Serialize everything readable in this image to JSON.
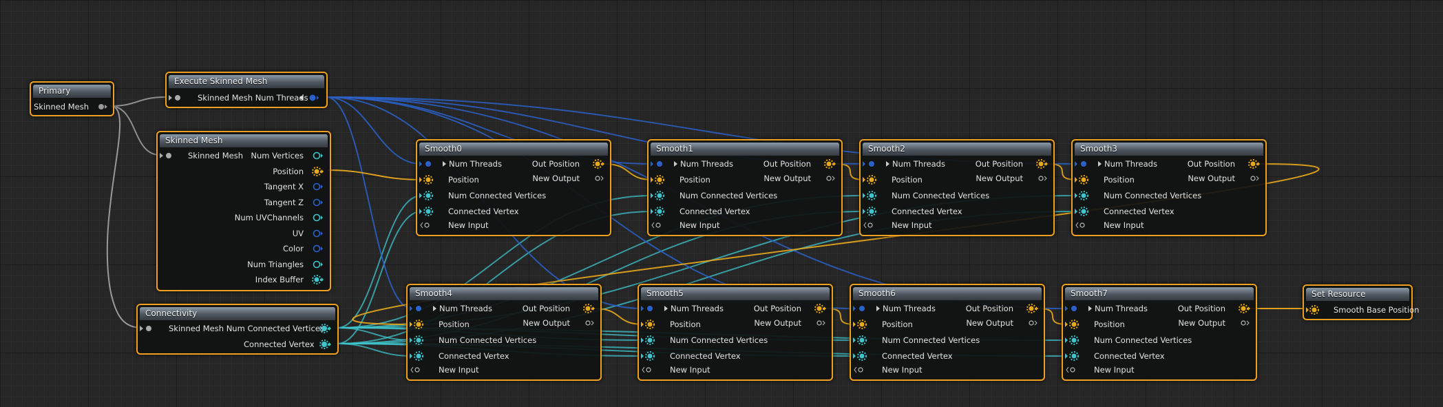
{
  "graph": {
    "nodes": {
      "primary": {
        "title": "Primary",
        "out_skinned_mesh": "Skinned Mesh"
      },
      "execute": {
        "title": "Execute Skinned Mesh",
        "in_num_threads": "Skinned Mesh Num Threads"
      },
      "skinned_mesh": {
        "title": "Skinned Mesh",
        "input": "Skinned Mesh",
        "outputs": [
          "Num Vertices",
          "Position",
          "Tangent X",
          "Tangent Z",
          "Num UVChannels",
          "UV",
          "Color",
          "Num Triangles",
          "Index Buffer"
        ]
      },
      "connectivity": {
        "title": "Connectivity",
        "input": "Skinned Mesh Num Connected Vertices",
        "output": "Connected Vertex"
      },
      "smooth_pins": {
        "inputs": [
          "Num Threads",
          "Position",
          "Num Connected Vertices",
          "Connected Vertex",
          "New Input"
        ],
        "outputs": [
          "Out Position",
          "New Output"
        ]
      },
      "smooth_titles": [
        "Smooth0",
        "Smooth1",
        "Smooth2",
        "Smooth3",
        "Smooth4",
        "Smooth5",
        "Smooth6",
        "Smooth7"
      ],
      "set_resource": {
        "title": "Set Resource",
        "input": "Smooth Base Position"
      }
    },
    "colors": {
      "node_border": "#f0a020",
      "exec_wire": "#2b62c9",
      "position_wire": "#e8a81c",
      "connectivity_wire": "#3fc4cc",
      "mesh_wire": "#9a9a9a"
    }
  }
}
